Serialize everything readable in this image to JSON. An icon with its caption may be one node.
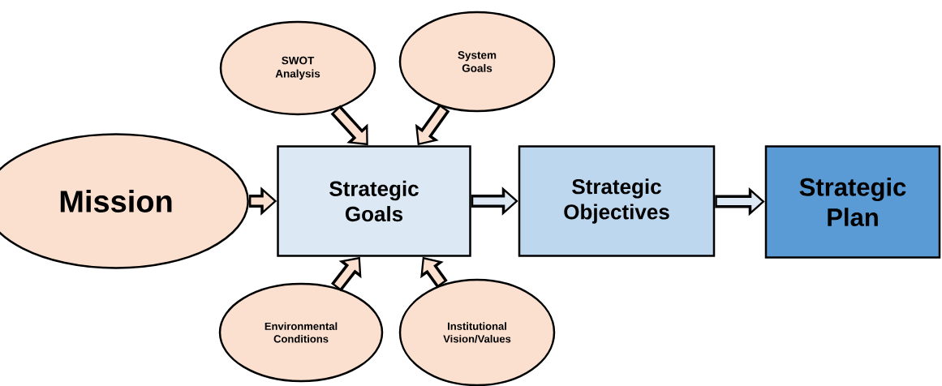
{
  "diagram": {
    "nodes": [
      {
        "text": [
          "Mission"
        ]
      },
      {
        "text": [
          "SWOT Analysis"
        ]
      },
      {
        "text": [
          "System Goals"
        ]
      },
      {
        "text": [
          "Strategic Goals"
        ]
      },
      {
        "text": [
          "Strategic Objectives"
        ]
      },
      {
        "text": [
          "Strategic Plan"
        ]
      },
      {
        "text": [
          "Environmental Conditions"
        ]
      },
      {
        "text": [
          "Institutional Vision/Values"
        ]
      }
    ],
    "edges": [
      {
        "from": 0,
        "to": 3,
        "arrow": "to"
      },
      {
        "from": 1,
        "to": 3,
        "arrow": "to"
      },
      {
        "from": 2,
        "to": 3,
        "arrow": "to"
      },
      {
        "from": 6,
        "to": 3,
        "arrow": "to"
      },
      {
        "from": 7,
        "to": 3,
        "arrow": "to"
      },
      {
        "from": 3,
        "to": 4,
        "arrow": "to",
        "color": "#dce9f5"
      },
      {
        "from": 4,
        "to": 5,
        "arrow": "to",
        "color": "#dce9f5"
      }
    ]
  }
}
